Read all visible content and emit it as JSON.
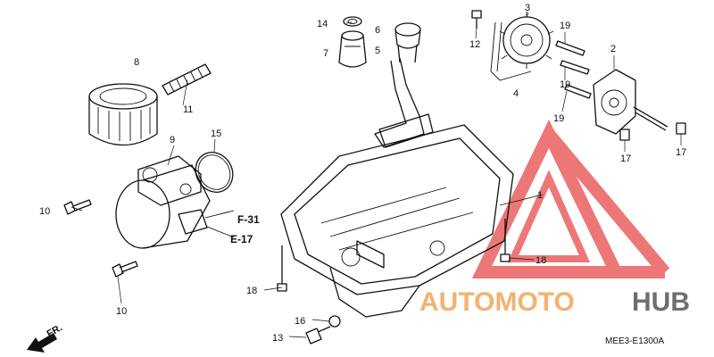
{
  "callouts": {
    "c1": "1",
    "c2": "2",
    "c3": "3",
    "c4": "4",
    "c5": "5",
    "c6": "6",
    "c7": "7",
    "c8": "8",
    "c9": "9",
    "c10a": "10",
    "c10b": "10",
    "c11": "11",
    "c12": "12",
    "c13": "13",
    "c14": "14",
    "c15": "15",
    "c16": "16",
    "c17a": "17",
    "c17b": "17",
    "c18a": "18",
    "c18b": "18",
    "c19a": "19",
    "c19b": "19",
    "c19c": "19"
  },
  "refs": {
    "f31": "F-31",
    "e17": "E-17"
  },
  "direction": "FR.",
  "diagram_code": "MEE3-E1300A",
  "watermark": {
    "part_a": "AUTOMOTO",
    "part_b": "HUB",
    "color_red": "#e84a4a",
    "color_orange": "#f0a050",
    "color_gray": "#555555"
  }
}
